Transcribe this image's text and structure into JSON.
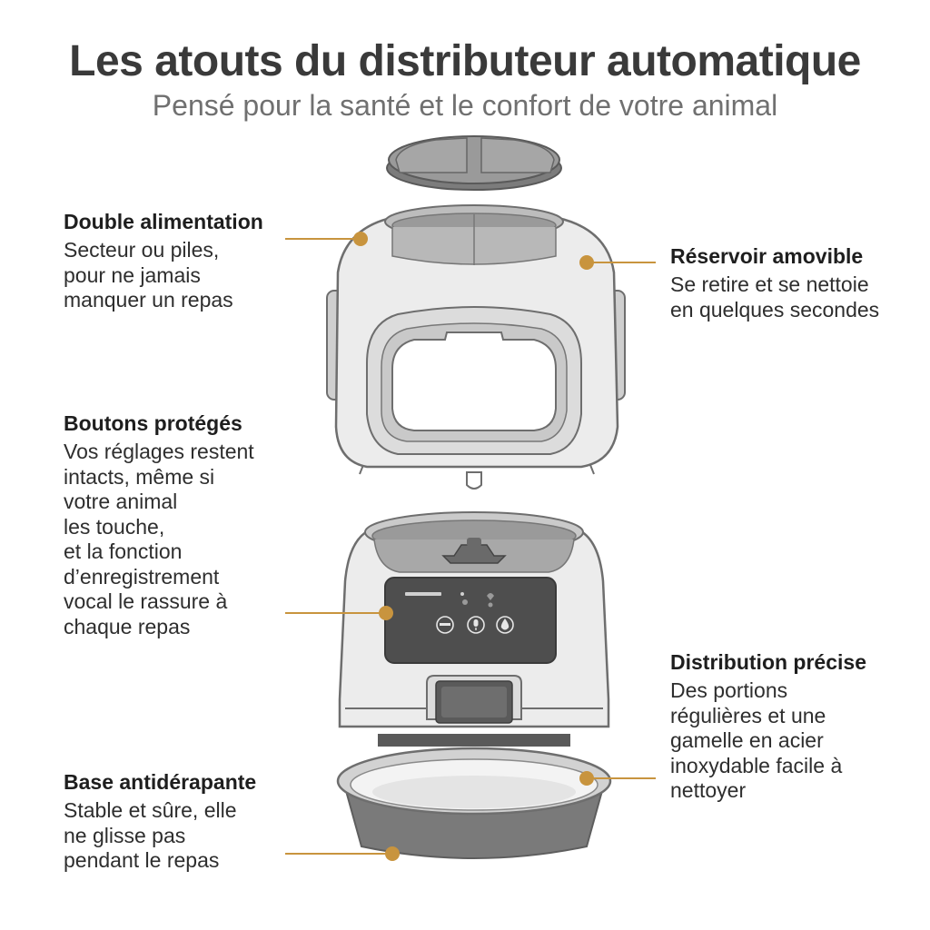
{
  "header": {
    "title": "Les atouts du distributeur automatique",
    "subtitle": "Pensé pour la santé et le confort de votre animal"
  },
  "features": {
    "double_alimentation": {
      "title": "Double alimentation",
      "lines": [
        "Secteur ou piles,",
        "pour ne jamais",
        "manquer un repas"
      ]
    },
    "reservoir": {
      "title": "Réservoir amovible",
      "lines": [
        "Se retire et se nettoie",
        "en quelques secondes"
      ]
    },
    "boutons": {
      "title": "Boutons protégés",
      "lines": [
        "Vos réglages restent",
        "intacts, même si",
        "votre animal",
        "les touche,",
        "et la fonction",
        "d’enregistrement",
        "vocal le rassure à",
        "chaque repas"
      ]
    },
    "distribution": {
      "title": "Distribution précise",
      "lines": [
        "Des portions",
        "régulières et une",
        "gamelle en acier",
        "inoxydable facile à",
        "nettoyer"
      ]
    },
    "base": {
      "title": "Base antidérapante",
      "lines": [
        "Stable et sûre, elle",
        "ne glisse pas",
        "pendant le repas"
      ]
    }
  },
  "colors": {
    "accent": "#C8943E",
    "outline": "#6e6e6e",
    "body": "#ececec",
    "panel": "#4e4e4e",
    "bowl": "#7a7a7a"
  }
}
